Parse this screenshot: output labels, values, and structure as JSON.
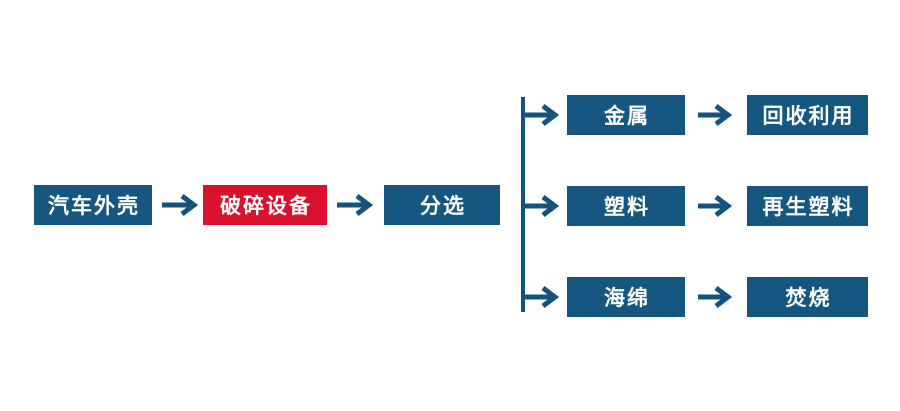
{
  "colors": {
    "background": "#ffffff",
    "box_blue": "#155781",
    "box_red": "#d8112c",
    "arrow_blue": "#14537e",
    "text": "#ffffff"
  },
  "nodes": {
    "car_shell": "汽车外壳",
    "crusher": "破碎设备",
    "sorting": "分选",
    "metal": "金属",
    "plastic": "塑料",
    "sponge": "海绵",
    "recycle": "回收利用",
    "recycled_plastic": "再生塑料",
    "incineration": "焚烧"
  },
  "edges": [
    "汽车外壳→破碎设备",
    "破碎设备→分选",
    "分选→金属",
    "分选→塑料",
    "分选→海绵",
    "金属→回收利用",
    "塑料→再生塑料",
    "海绵→焚烧"
  ]
}
